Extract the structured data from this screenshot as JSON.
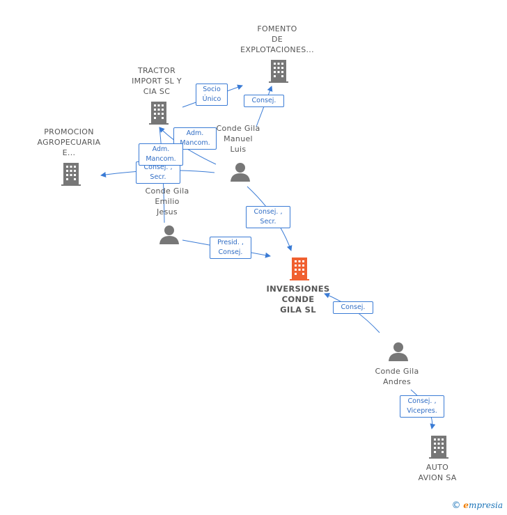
{
  "colors": {
    "edge": "#3a7bd5",
    "building": "#777777",
    "main_building": "#f06030",
    "person": "#777777"
  },
  "nodes": {
    "fomento": {
      "label": "FOMENTO\nDE\nEXPLOTACIONES...",
      "icon": "building-icon"
    },
    "tractor": {
      "label": "TRACTOR\nIMPORT SL Y\nCIA SC",
      "icon": "building-icon"
    },
    "promocion": {
      "label": "PROMOCION\nAGROPECUARIA\nE...",
      "icon": "building-icon"
    },
    "manuel": {
      "label": "Conde Gila\nManuel\nLuis",
      "icon": "person-icon"
    },
    "emilio": {
      "label": "Conde Gila\nEmilio\nJesus",
      "icon": "person-icon"
    },
    "inversiones": {
      "label": "INVERSIONES\nCONDE\nGILA SL",
      "icon": "building-icon"
    },
    "andres": {
      "label": "Conde Gila\nAndres",
      "icon": "person-icon"
    },
    "auto": {
      "label": "AUTO\nAVION SA",
      "icon": "building-icon"
    }
  },
  "edges": {
    "socio_unico": "Socio\nÚnico",
    "consej_fomento": "Consej.",
    "adm_mancom_1": "Adm.\nMancom.",
    "adm_mancom_2": "Adm.\nMancom.",
    "consej_secr_promocion": "Consej. ,\nSecr.",
    "consej_secr_manuel": "Consej. ,\nSecr.",
    "presid_consej": "Presid. ,\nConsej.",
    "consej_andres": "Consej.",
    "consej_vicepres": "Consej. ,\nVicepres."
  },
  "footer": {
    "copyright": "©",
    "brand_first": "e",
    "brand_rest": "mpresia"
  }
}
